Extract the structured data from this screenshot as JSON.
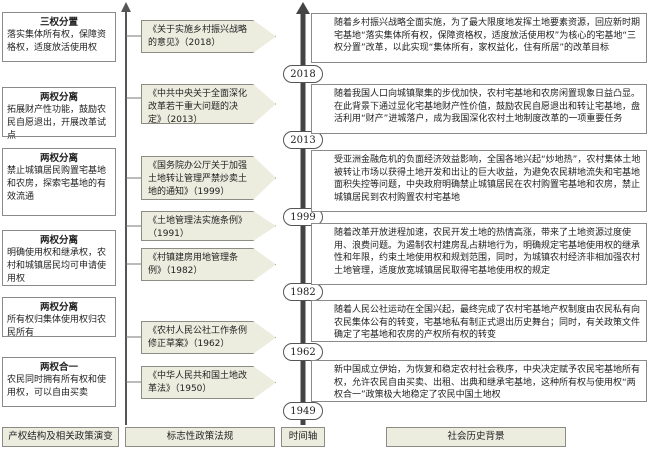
{
  "footer": {
    "property": "产权结构及相关政策演变",
    "policy": "标志性政策法规",
    "timeline": "时间轴",
    "society": "社会历史背景"
  },
  "years": [
    "2018",
    "2013",
    "1999",
    "1982",
    "1962",
    "1949"
  ],
  "left": [
    {
      "title": "三权分置",
      "body": "落实集体所有权，保障资格权，适度放活使用权"
    },
    {
      "title": "两权分离",
      "body": "拓展财产性功能，鼓励农民自愿退出，开展改革试点"
    },
    {
      "title": "两权分离",
      "body": "禁止城镇居民购置宅基地和农房，探索宅基地的有效流通"
    },
    {
      "title": "两权分离",
      "body": "明确使用权和继承权，农村和城镇居民均可申请使用权"
    },
    {
      "title": "两权分离",
      "body": "所有权归集体使用权归农民所有"
    },
    {
      "title": "两权合一",
      "body": "农民同时拥有所有权和使用权，可以自由买卖"
    }
  ],
  "policies": [
    "《关于实施乡村振兴战略的意见》（2018）",
    "《中共中央关于全面深化改革若干重大问题的决定》（2013）",
    "《国务院办公厅关于加强土地转让管理严禁炒卖土地的通知》（1999）",
    "《土地管理法实施条例》（1991）",
    "《村镇建房用地管理条例》（1982）",
    "《农村人民公社工作条例修正草案》（1962）",
    "《中华人民共和国土地改革法》（1950）"
  ],
  "society": [
    "随着乡村振兴战略全面实施，为了最大限度地发挥土地要素资源，回应新时期宅基地“落实集体所有权，保障资格权，适度放活使用权”为核心的宅基地“三权分置”改革，以此实现“集体所有，家权益化，住有所居”的改革目标",
    "随着我国人口向城镇聚集的步伐加快，农村宅基地和农房闲置现象日益凸显。在此背景下通过显化宅基地财产性价值，鼓励农民自愿退出和转让宅基地，盘活利用“财产”进城落户，成为我国深化农村土地制度改革的一项重要任务",
    "受亚洲金融危机的负面经济效益影响，全国各地兴起“炒地热”，农村集体土地被转让市场以获得土地开发和出让的巨大收益，为避免农民耕地流失和宅基地面积失控等问题，中央政府明确禁止城镇居民在农村购置宅基地和农房，禁止城镇居民到农村购置农村宅基地",
    "随着改革开放进程加速，农民开发土地的热情高涨，带来了土地资源过度使用、浪费问题。为遏制农村建房乱占耕地行为，明确规定宅基地使用权的继承性和年限，约束土地使用权和规划范围，同时，为城镇农村经济非相加强农村土地管理，适度放宽城镇居民取得宅基地使用权的规定",
    "随着人民公社运动在全国兴起，最终完成了农村宅基地产权制度由农民私有向农民集体公有的转变，宅基地私有制正式退出历史舞台；同时，有关政策文件确定了宅基地和农房的产权所有权的转变",
    "新中国成立伊始，为恢复和稳定农村社会秩序，中央决定赋予农民宅基地所有权，允许农民自由买卖、出租、出典和继承宅基地，这种所有权与使用权“两权合一”政策极大地稳定了农民中国土地权"
  ]
}
